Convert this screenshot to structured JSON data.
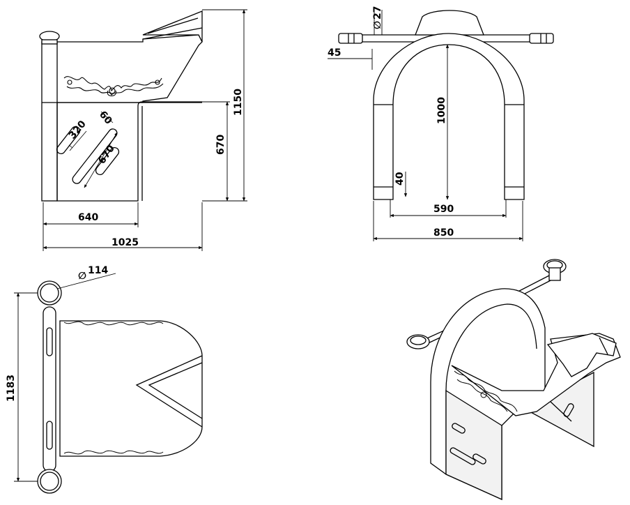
{
  "views": {
    "side": {
      "dim_320": "320",
      "dim_60": "60",
      "dim_670_slot": "670",
      "dim_670": "670",
      "dim_1150": "1150",
      "dim_640": "640",
      "dim_1025": "1025"
    },
    "front": {
      "dim_27": "27",
      "dim_45": "45",
      "dim_1000": "1000",
      "dim_40": "40",
      "dim_590": "590",
      "dim_850": "850"
    },
    "top": {
      "dim_114": "114",
      "dim_1183": "1183"
    },
    "symbols": {
      "diameter": "∅"
    }
  },
  "colors": {
    "line": "#000000",
    "background": "#ffffff",
    "fill_light": "#f2f2f2"
  }
}
